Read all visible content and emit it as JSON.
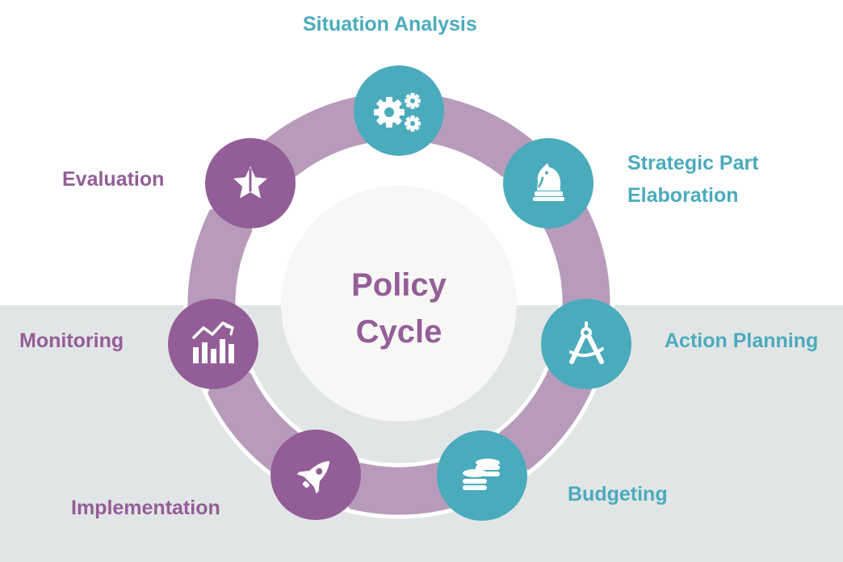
{
  "title": {
    "line1": "Policy",
    "line2": "Cycle"
  },
  "colors": {
    "teal": "#4aabbd",
    "plum": "#935e97",
    "ring": "#b89bbb",
    "band": "#e2e5e5",
    "center": "#f7f7f5"
  },
  "stages": [
    {
      "name": "situation-analysis",
      "label_lines": [
        "Situation Analysis"
      ],
      "icon": "gears-icon",
      "color": "teal"
    },
    {
      "name": "strategic-part-elaboration",
      "label_lines": [
        "Strategic Part",
        "Elaboration"
      ],
      "icon": "chess-knight-icon",
      "color": "teal"
    },
    {
      "name": "action-planning",
      "label_lines": [
        "Action Planning"
      ],
      "icon": "drafting-compass-icon",
      "color": "teal"
    },
    {
      "name": "budgeting",
      "label_lines": [
        "Budgeting"
      ],
      "icon": "coins-stack-icon",
      "color": "teal"
    },
    {
      "name": "implementation",
      "label_lines": [
        "Implementation"
      ],
      "icon": "rocket-icon",
      "color": "plum"
    },
    {
      "name": "monitoring",
      "label_lines": [
        "Monitoring"
      ],
      "icon": "chart-line-icon",
      "color": "plum"
    },
    {
      "name": "evaluation",
      "label_lines": [
        "Evaluation"
      ],
      "icon": "star-half-icon",
      "color": "plum"
    }
  ]
}
